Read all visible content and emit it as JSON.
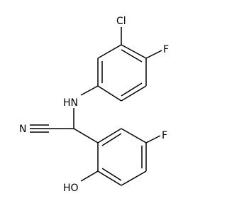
{
  "molecule": {
    "atom_labels": {
      "cl": "Cl",
      "f_top": "F",
      "nh": "HN",
      "nitrile_n": "N",
      "f_bottom": "F",
      "oh": "HO"
    },
    "colors": {
      "bond": "#000000",
      "label": "#000000",
      "background": "#ffffff"
    }
  }
}
